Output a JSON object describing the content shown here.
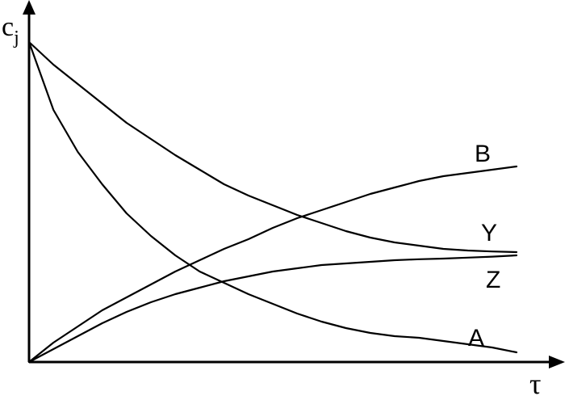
{
  "chart_data": {
    "type": "line",
    "title": "",
    "xlabel": "τ",
    "ylabel": "c",
    "ylabel_subscript": "j",
    "xlim": [
      0,
      10
    ],
    "ylim": [
      0,
      1
    ],
    "grid": false,
    "legend": "inline",
    "series": [
      {
        "name": "A",
        "x": [
          0,
          0.5,
          1,
          1.5,
          2,
          2.5,
          3,
          3.5,
          4,
          4.5,
          5,
          5.5,
          6,
          6.5,
          7,
          7.5,
          8,
          8.5,
          9,
          9.5,
          10
        ],
        "y": [
          0.99,
          0.78,
          0.65,
          0.55,
          0.46,
          0.39,
          0.33,
          0.28,
          0.245,
          0.21,
          0.18,
          0.15,
          0.125,
          0.105,
          0.09,
          0.08,
          0.075,
          0.065,
          0.055,
          0.045,
          0.03
        ]
      },
      {
        "name": "B",
        "x": [
          0,
          0.5,
          1,
          1.5,
          2,
          2.5,
          3,
          3.5,
          4,
          4.5,
          5,
          5.5,
          6,
          6.5,
          7,
          7.5,
          8,
          8.5,
          9,
          9.5,
          10
        ],
        "y": [
          0.0,
          0.06,
          0.11,
          0.16,
          0.2,
          0.24,
          0.28,
          0.315,
          0.35,
          0.38,
          0.415,
          0.445,
          0.47,
          0.495,
          0.52,
          0.54,
          0.56,
          0.575,
          0.585,
          0.595,
          0.605
        ]
      },
      {
        "name": "Y",
        "x": [
          0,
          0.5,
          1,
          1.5,
          2,
          2.5,
          3,
          3.5,
          4,
          4.5,
          5,
          5.5,
          6,
          6.5,
          7,
          7.5,
          8,
          8.5,
          9,
          9.5,
          10
        ],
        "y": [
          0.99,
          0.92,
          0.86,
          0.8,
          0.74,
          0.69,
          0.64,
          0.595,
          0.55,
          0.515,
          0.485,
          0.455,
          0.43,
          0.405,
          0.385,
          0.37,
          0.36,
          0.35,
          0.345,
          0.342,
          0.34
        ]
      },
      {
        "name": "Z",
        "x": [
          0,
          0.5,
          1,
          1.5,
          2,
          2.5,
          3,
          3.5,
          4,
          4.5,
          5,
          5.5,
          6,
          6.5,
          7,
          7.5,
          8,
          8.5,
          9,
          9.5,
          10
        ],
        "y": [
          0.0,
          0.04,
          0.08,
          0.12,
          0.155,
          0.185,
          0.21,
          0.23,
          0.25,
          0.265,
          0.28,
          0.29,
          0.3,
          0.305,
          0.31,
          0.315,
          0.318,
          0.32,
          0.323,
          0.326,
          0.33
        ]
      }
    ]
  }
}
